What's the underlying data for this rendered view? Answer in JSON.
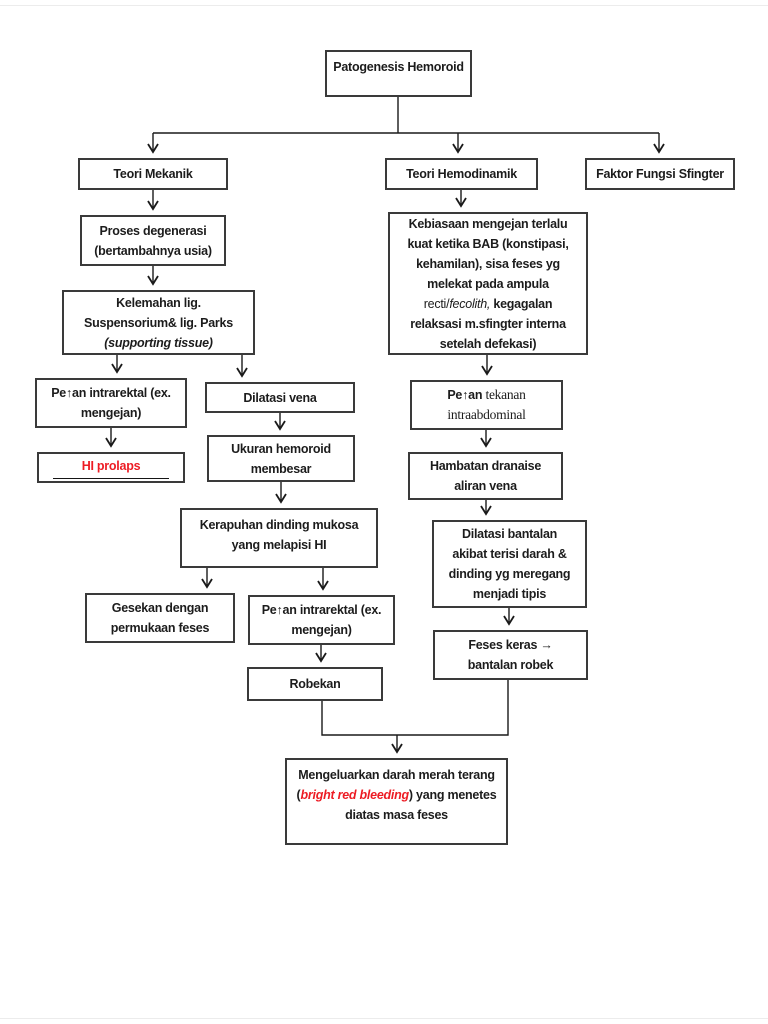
{
  "page": {
    "title": "Patogenesis Hemoroid",
    "background_color": "#ffffff",
    "text_color": "#1c1c1c",
    "accent_red": "#ed1c24",
    "border_color": "#3a3a3a"
  },
  "nodes": {
    "patogenesis_hemoroid": {
      "lines": [
        "Patogenesis Hemoroid"
      ]
    },
    "teori_mekanik": {
      "lines": [
        "Teori Mekanik"
      ]
    },
    "teori_hemodinamik": {
      "lines": [
        "Teori Hemodinamik"
      ]
    },
    "faktor_fungsi_sfingter": {
      "lines": [
        "Faktor Fungsi Sfingter"
      ]
    },
    "proses_degenerasi": {
      "lines": [
        "Proses degenerasi",
        "(bertambahnya usia)"
      ]
    },
    "kelemahan_lig": {
      "lines": [
        "Kelemahan lig.",
        "Suspensorium& lig. Parks",
        [
          {
            "t": "(supporting tissue)",
            "c": "it"
          }
        ]
      ]
    },
    "pean_intrarektal_1": {
      "lines": [
        "Pe↑an intrarektal (ex.",
        "mengejan)"
      ]
    },
    "hi_prolaps": {
      "lines": [
        [
          {
            "t": "HI prolaps",
            "c": "red"
          }
        ]
      ]
    },
    "dilatasi_vena": {
      "lines": [
        "Dilatasi vena"
      ]
    },
    "ukuran_hemoroid": {
      "lines": [
        "Ukuran hemoroid",
        "membesar"
      ]
    },
    "kerapuhan_dinding": {
      "lines": [
        "Kerapuhan dinding mukosa",
        "yang melapisi HI"
      ]
    },
    "gesekan_feses": {
      "lines": [
        "Gesekan dengan",
        "permukaan feses"
      ]
    },
    "pean_intrarektal_2": {
      "lines": [
        "Pe↑an intrarektal (ex.",
        "mengejan)"
      ]
    },
    "robekan": {
      "lines": [
        "Robekan"
      ]
    },
    "kebiasaan_mengejan": {
      "lines": [
        "Kebiasaan mengejan terlalu",
        "kuat ketika BAB (konstipasi,",
        "kehamilan), sisa feses yg",
        "melekat pada ampula",
        [
          {
            "t": "recti/",
            "c": "rg"
          },
          {
            "t": "fecolith,",
            "c": "rg it"
          },
          {
            "t": " kegagalan"
          }
        ],
        "relaksasi m.sfingter interna",
        "setelah defekasi)"
      ]
    },
    "pean_tekanan": {
      "lines": [
        [
          {
            "t": "Pe↑an ",
            "c": "bsans"
          },
          {
            "t": "tekanan"
          }
        ],
        "intraabdominal"
      ]
    },
    "hambatan_dranaise": {
      "lines": [
        "Hambatan dranaise",
        "aliran vena"
      ]
    },
    "dilatasi_bantalan": {
      "lines": [
        "Dilatasi bantalan",
        "akibat terisi darah &",
        "dinding yg meregang",
        "menjadi tipis"
      ]
    },
    "feses_keras": {
      "lines": [
        "Feses keras →",
        "bantalan robek"
      ]
    },
    "mengeluarkan_darah": {
      "lines": [
        "Mengeluarkan darah merah terang",
        [
          {
            "t": "("
          },
          {
            "t": "bright red bleeding",
            "c": "red it"
          },
          {
            "t": ") yang menetes"
          }
        ],
        "diatas masa feses"
      ]
    }
  },
  "edges": [
    {
      "from": "patogenesis_hemoroid",
      "to": "teori_mekanik"
    },
    {
      "from": "patogenesis_hemoroid",
      "to": "teori_hemodinamik"
    },
    {
      "from": "patogenesis_hemoroid",
      "to": "faktor_fungsi_sfingter"
    },
    {
      "from": "teori_mekanik",
      "to": "proses_degenerasi"
    },
    {
      "from": "proses_degenerasi",
      "to": "kelemahan_lig"
    },
    {
      "from": "kelemahan_lig",
      "to": "pean_intrarektal_1"
    },
    {
      "from": "kelemahan_lig",
      "to": "dilatasi_vena"
    },
    {
      "from": "pean_intrarektal_1",
      "to": "hi_prolaps"
    },
    {
      "from": "dilatasi_vena",
      "to": "ukuran_hemoroid"
    },
    {
      "from": "ukuran_hemoroid",
      "to": "kerapuhan_dinding"
    },
    {
      "from": "kerapuhan_dinding",
      "to": "gesekan_feses"
    },
    {
      "from": "kerapuhan_dinding",
      "to": "pean_intrarektal_2"
    },
    {
      "from": "pean_intrarektal_2",
      "to": "robekan"
    },
    {
      "from": "teori_hemodinamik",
      "to": "kebiasaan_mengejan"
    },
    {
      "from": "kebiasaan_mengejan",
      "to": "pean_tekanan"
    },
    {
      "from": "pean_tekanan",
      "to": "hambatan_dranaise"
    },
    {
      "from": "hambatan_dranaise",
      "to": "dilatasi_bantalan"
    },
    {
      "from": "dilatasi_bantalan",
      "to": "feses_keras"
    },
    {
      "from": "robekan",
      "to": "mengeluarkan_darah"
    },
    {
      "from": "feses_keras",
      "to": "mengeluarkan_darah"
    }
  ]
}
